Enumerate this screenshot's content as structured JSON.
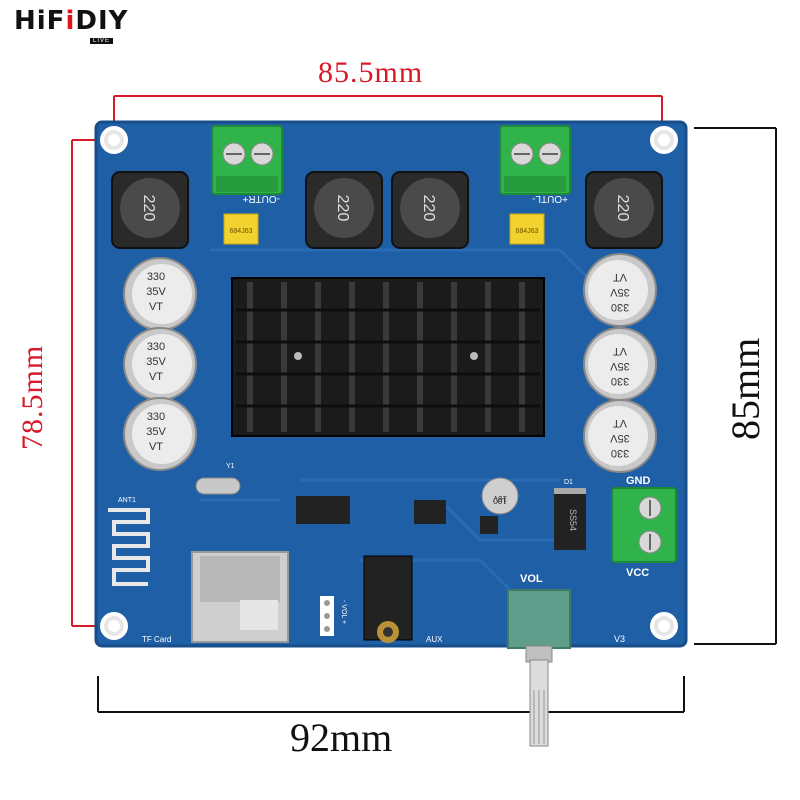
{
  "brand": {
    "name_prefix": "HiF",
    "name_accent": "i",
    "name_suffix": "DIY",
    "sub": "LIVE"
  },
  "dimensions": {
    "top": "85.5mm",
    "left": "78.5mm",
    "right": "85mm",
    "bottom": "92mm"
  },
  "board": {
    "connector_left": "-OUTR+",
    "connector_right": "+OUTL-",
    "power_gnd": "GND",
    "power_vcc": "VCC",
    "vol": "VOL",
    "tf_card": "TF Card",
    "aux": "AUX",
    "version": "V3",
    "ant": "ANT1",
    "inductor": "220",
    "film_cap": "684J63",
    "cap_value": "330",
    "cap_voltage": "35V",
    "cap_series": "VT",
    "small_cap_value": "100",
    "small_cap_voltage": "16V",
    "diode": "SS54",
    "crystal": "Y1",
    "d1": "D1",
    "vol_minus": "- VOL +"
  },
  "colors": {
    "pcb": "#1f5fa6",
    "pcb_dark": "#174d8a",
    "trace": "#2d72bd",
    "terminal": "#2fb34a",
    "heatsink": "#1b1b1b",
    "dim_red": "#d8192a",
    "film_cap": "#f2d22e"
  }
}
